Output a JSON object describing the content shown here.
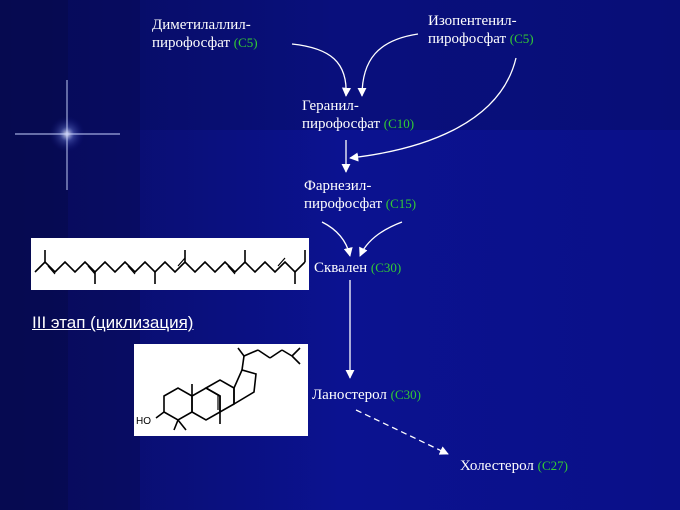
{
  "nodes": {
    "dmapp": {
      "line1": "Диметилаллил-",
      "line2": "пирофосфат",
      "carbons": "(C5)"
    },
    "ipp": {
      "line1": "Изопентенил-",
      "line2": "пирофосфат",
      "carbons": "(C5)"
    },
    "gpp": {
      "line1": "Геранил-",
      "line2": "пирофосфат",
      "carbons": "(C10)"
    },
    "fpp": {
      "line1": "Фарнезил-",
      "line2": "пирофосфат",
      "carbons": "(C15)"
    },
    "squalene": {
      "name": "Сквален",
      "carbons": "(C30)"
    },
    "lanosterol": {
      "name": "Ланостерол",
      "carbons": "(C30)"
    },
    "cholesterol": {
      "name": "Холестерол",
      "carbons": "(C27)"
    }
  },
  "stage_label": "III этап (циклизация)",
  "lanosterol_structure": {
    "oh_label": "HO"
  },
  "colors": {
    "background": "#0a0f8a",
    "text": "#ffffff",
    "carbon_count": "#33cc33",
    "arrow": "#ffffff"
  }
}
